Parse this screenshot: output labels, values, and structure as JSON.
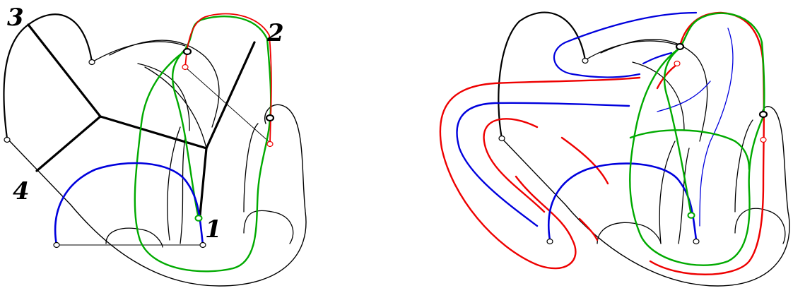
{
  "colors": {
    "black": "#000000",
    "red": "#ee0000",
    "green": "#00aa00",
    "blue": "#0000dd"
  },
  "left_diagram": {
    "labels": {
      "label_1": "1",
      "label_2": "2",
      "label_3": "3",
      "label_4": "4"
    }
  },
  "right_diagram": {}
}
